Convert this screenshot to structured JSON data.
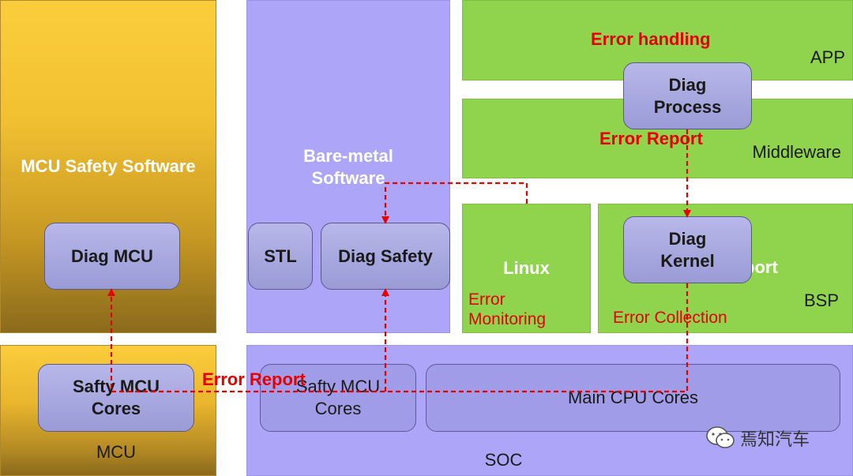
{
  "layers": {
    "mcu_safety_software": "MCU Safety Software",
    "bare_metal_software": "Bare-metal\nSoftware",
    "app": "APP",
    "middleware": "Middleware",
    "linux": "Linux",
    "bsp": "BSP",
    "bsp_hidden_text": "port",
    "mcu": "MCU",
    "soc": "SOC"
  },
  "boxes": {
    "diag_mcu": "Diag MCU",
    "stl": "STL",
    "diag_safety": "Diag Safety",
    "diag_process": "Diag\nProcess",
    "diag_kernel": "Diag\nKernel",
    "safty_mcu_cores_left": "Safty MCU\nCores",
    "safty_mcu_cores_soc": "Safty MCU\nCores",
    "main_cpu_cores": "Main CPU Cores"
  },
  "annotations": {
    "error_handling": "Error handling",
    "error_report_top": "Error Report",
    "error_monitoring": "Error\nMonitoring",
    "error_collection": "Error Collection",
    "error_report_bottom": "Error Report"
  },
  "watermark": {
    "text": "焉知汽车",
    "icon": "wechat-icon"
  },
  "colors": {
    "mcu": "#fbcd3c",
    "bare_metal_soc": "#aca5f8",
    "green_layers": "#90d44d",
    "component_box": "#9a9bd6",
    "arrow": "#e60000"
  }
}
